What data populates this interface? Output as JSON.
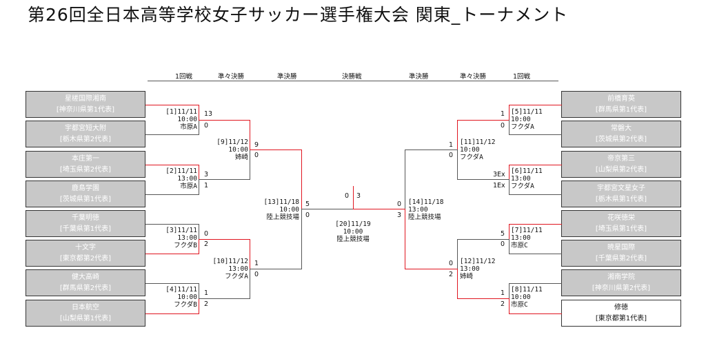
{
  "title": "第26回全日本高等学校女子サッカー選手権大会 関東_トーナメント",
  "headers": {
    "left_r1": "1回戦",
    "left_qf": "準々決勝",
    "left_sf": "準決勝",
    "final": "決勝戦",
    "right_sf": "準決勝",
    "right_qf": "準々決勝",
    "right_r1": "1回戦"
  },
  "left_teams": [
    {
      "name": "星槎国際湘南",
      "pref": "[神奈川県第1代表]"
    },
    {
      "name": "宇都宮短大附",
      "pref": "[栃木県第2代表]"
    },
    {
      "name": "本庄第一",
      "pref": "[埼玉県第2代表]"
    },
    {
      "name": "鹿島学園",
      "pref": "[茨城県第1代表]"
    },
    {
      "name": "千葉明徳",
      "pref": "[千葉県第1代表]"
    },
    {
      "name": "十文字",
      "pref": "[東京都第2代表]"
    },
    {
      "name": "健大高崎",
      "pref": "[群馬県第2代表]"
    },
    {
      "name": "日本航空",
      "pref": "[山梨県第1代表]"
    }
  ],
  "right_teams": [
    {
      "name": "前橋育英",
      "pref": "[群馬県第1代表]"
    },
    {
      "name": "常磐大",
      "pref": "[茨城県第2代表]"
    },
    {
      "name": "帝京第三",
      "pref": "[山梨県第2代表]"
    },
    {
      "name": "宇都宮文星女子",
      "pref": "[栃木県第1代表]"
    },
    {
      "name": "花咲徳栄",
      "pref": "[埼玉県第1代表]"
    },
    {
      "name": "暁星国際",
      "pref": "[千葉県第2代表]"
    },
    {
      "name": "湘南学院",
      "pref": "[神奈川県第2代表]"
    },
    {
      "name": "修徳",
      "pref": "[東京都第1代表]"
    }
  ],
  "matches": {
    "m1": {
      "line1": "[1]11/11",
      "line2": "10:00",
      "line3": "市原A",
      "top": "13",
      "bottom": "0"
    },
    "m2": {
      "line1": "[2]11/11",
      "line2": "13:00",
      "line3": "市原A",
      "top": "3",
      "bottom": "1"
    },
    "m3": {
      "line1": "[3]11/11",
      "line2": "13:00",
      "line3": "フクダB",
      "top": "0",
      "bottom": "2"
    },
    "m4": {
      "line1": "[4]11/11",
      "line2": "10:00",
      "line3": "フクダB",
      "top": "1",
      "bottom": "2"
    },
    "m5": {
      "line1": "[5]11/11",
      "line2": "10:00",
      "line3": "フクダA",
      "top": "1",
      "bottom": "0"
    },
    "m6": {
      "line1": "[6]11/11",
      "line2": "13:00",
      "line3": "フクダA",
      "top": "3Ex",
      "bottom": "1Ex"
    },
    "m7": {
      "line1": "[7]11/11",
      "line2": "13:00",
      "line3": "市原C",
      "top": "5",
      "bottom": "0"
    },
    "m8": {
      "line1": "[8]11/11",
      "line2": "10:00",
      "line3": "市原C",
      "top": "1",
      "bottom": "2"
    },
    "m9": {
      "line1": "[9]11/12",
      "line2": "10:00",
      "line3": "姉崎",
      "top": "9",
      "bottom": "0"
    },
    "m10": {
      "line1": "[10]11/12",
      "line2": "13:00",
      "line3": "フクダA",
      "top": "1",
      "bottom": "0"
    },
    "m11": {
      "line1": "[11]11/12",
      "line2": "10:00",
      "line3": "フクダA",
      "top": "1",
      "bottom": "0"
    },
    "m12": {
      "line1": "[12]11/12",
      "line2": "13:00",
      "line3": "姉崎",
      "top": "0",
      "bottom": "2"
    },
    "m13": {
      "line1": "[13]11/18",
      "line2": "10:00",
      "line3": "陸上競技場",
      "top": "5",
      "bottom": "0"
    },
    "m14": {
      "line1": "[14]11/18",
      "line2": "13:00",
      "line3": "陸上競技場",
      "top": "0",
      "bottom": "3"
    },
    "m20": {
      "line1": "[20]11/19",
      "line2": "10:00",
      "line3": "陸上競技場",
      "left": "0",
      "right": "3"
    }
  },
  "colors": {
    "win": "#e0141e",
    "lose": "#555555",
    "team_bg": "#c8c8c8"
  }
}
